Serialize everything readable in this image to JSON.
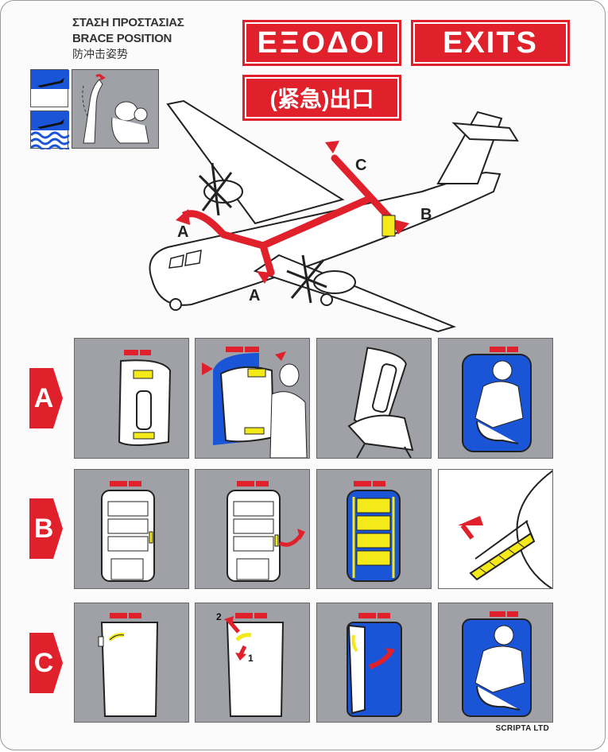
{
  "header": {
    "brace_gr": "ΣΤΑΣΗ ΠΡΟΣΤΑΣΙΑΣ",
    "brace_en": "BRACE POSITION",
    "brace_cn": "防冲击姿势",
    "exits_gr": "ΕΞΟΔΟΙ",
    "exits_en": "EXITS",
    "exits_cn": "(紧急)出口"
  },
  "diagram": {
    "labels": [
      "A",
      "A",
      "B",
      "C"
    ]
  },
  "rows": [
    {
      "letter": "A"
    },
    {
      "letter": "B"
    },
    {
      "letter": "C"
    }
  ],
  "steps": {
    "c2_step1": "1",
    "c2_step2": "2"
  },
  "footer": {
    "credit": "SCRIPTA LTD"
  },
  "colors": {
    "red": "#e0202a",
    "panel_gray": "#9fa1a6",
    "blue": "#1a55d8",
    "yellow": "#f4ea1a"
  }
}
